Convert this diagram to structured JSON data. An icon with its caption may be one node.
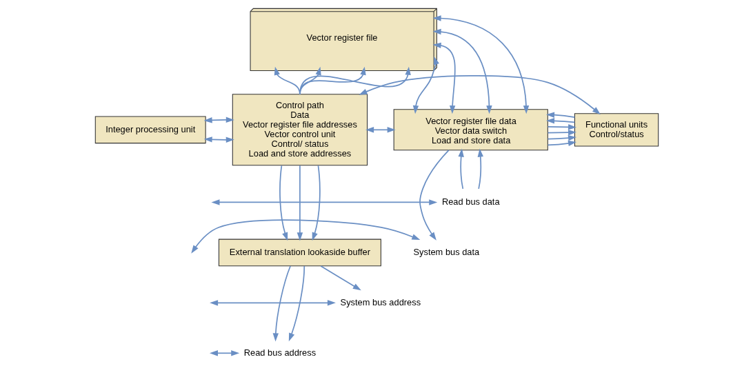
{
  "diagram": {
    "nodes": [
      {
        "text": [
          "Vector register file"
        ]
      },
      {
        "text": [
          "Integer processing unit"
        ]
      },
      {
        "text": [
          "Control path",
          "Data",
          "Vector register file addresses",
          "Vector control unit",
          "Control/ status",
          "Load and store addresses"
        ]
      },
      {
        "text": [
          "Vector register file data",
          "Vector data switch",
          "Load and store data"
        ]
      },
      {
        "text": [
          "Functional units",
          "Control/status"
        ]
      },
      {
        "text": [
          "External translation lookaside buffer"
        ]
      },
      {
        "text": [
          "Read bus data"
        ]
      },
      {
        "text": [
          "System bus data"
        ]
      },
      {
        "text": [
          "System bus address"
        ]
      },
      {
        "text": [
          "Read bus address"
        ]
      }
    ],
    "edges": [
      {
        "from": 1,
        "to": 2,
        "arrow": "both"
      },
      {
        "from": 1,
        "to": 2,
        "arrow": "both"
      },
      {
        "from": 2,
        "to": 0,
        "arrow": "to"
      },
      {
        "from": 2,
        "to": 0,
        "arrow": "to"
      },
      {
        "from": 2,
        "to": 0,
        "arrow": "to"
      },
      {
        "from": 2,
        "to": 0,
        "arrow": "to"
      },
      {
        "from": 0,
        "to": 3,
        "arrow": "both"
      },
      {
        "from": 0,
        "to": 3,
        "arrow": "both"
      },
      {
        "from": 0,
        "to": 3,
        "arrow": "both"
      },
      {
        "from": 0,
        "to": 3,
        "arrow": "both"
      },
      {
        "from": 3,
        "to": 4,
        "arrow": "to"
      },
      {
        "from": 3,
        "to": 4,
        "arrow": "to"
      },
      {
        "from": 3,
        "to": 4,
        "arrow": "to"
      },
      {
        "from": 3,
        "to": 4,
        "arrow": "to"
      },
      {
        "from": 4,
        "to": 3,
        "arrow": "to"
      },
      {
        "from": 4,
        "to": 3,
        "arrow": "to"
      },
      {
        "from": 2,
        "to": 3,
        "arrow": "both"
      },
      {
        "from": 2,
        "to": 4,
        "arrow": "both"
      },
      {
        "from": 2,
        "to": 5,
        "arrow": "to"
      },
      {
        "from": 2,
        "to": 5,
        "arrow": "to"
      },
      {
        "from": 2,
        "to": 5,
        "arrow": "to"
      },
      {
        "from": 5,
        "to": 9,
        "arrow": "to"
      },
      {
        "from": 5,
        "to": 9,
        "arrow": "to"
      },
      {
        "from": 5,
        "to": 8,
        "arrow": "to"
      },
      {
        "from": 6,
        "to": 3,
        "arrow": "to"
      },
      {
        "from": 6,
        "to": 3,
        "arrow": "to"
      },
      {
        "from": 3,
        "to": 7,
        "arrow": "to"
      },
      {
        "from": null,
        "to": 6,
        "arrow": "both"
      },
      {
        "from": null,
        "to": 7,
        "arrow": "both"
      },
      {
        "from": null,
        "to": 8,
        "arrow": "both"
      },
      {
        "from": null,
        "to": 9,
        "arrow": "both"
      }
    ]
  }
}
